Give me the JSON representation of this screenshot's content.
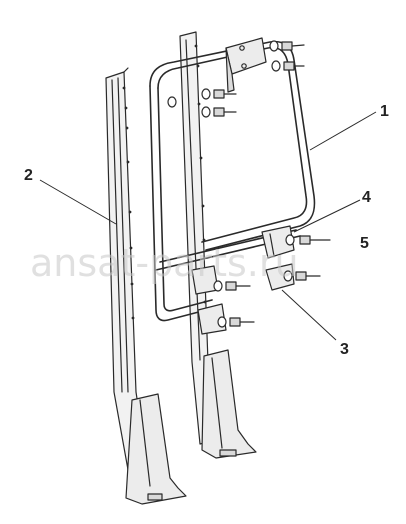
{
  "diagram": {
    "callouts": [
      {
        "id": "1",
        "label": "1"
      },
      {
        "id": "2",
        "label": "2"
      },
      {
        "id": "3",
        "label": "3"
      },
      {
        "id": "4",
        "label": "4"
      },
      {
        "id": "5",
        "label": "5"
      }
    ],
    "watermark": "ansat-parts.ru",
    "colors": {
      "line": "#2a2a2a",
      "shade": "#d9d9d9",
      "watermark": "#c8c8c8"
    }
  }
}
